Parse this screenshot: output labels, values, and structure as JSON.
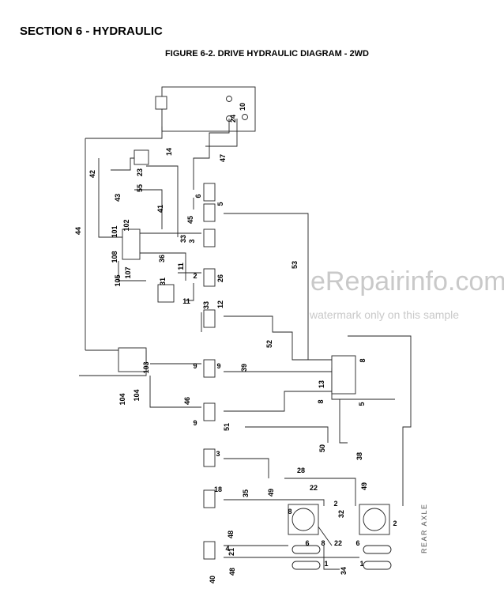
{
  "header": {
    "section_title": "SECTION 6 - HYDRAULIC",
    "figure_title": "FIGURE 6-2. DRIVE HYDRAULIC DIAGRAM - 2WD"
  },
  "watermark": {
    "main": "eRepairinfo.com",
    "sub": "watermark only on this sample"
  },
  "diagram": {
    "rear_axle_label": "REAR AXLE",
    "callouts": [
      "24",
      "10",
      "47",
      "14",
      "23",
      "55",
      "42",
      "6",
      "5",
      "43",
      "41",
      "45",
      "44",
      "101",
      "102",
      "108",
      "33",
      "3",
      "36",
      "105",
      "107",
      "11",
      "53",
      "31",
      "2",
      "26",
      "33",
      "12",
      "11",
      "52",
      "103",
      "8",
      "9",
      "9",
      "39",
      "13",
      "104",
      "104",
      "46",
      "8",
      "5",
      "9",
      "51",
      "50",
      "38",
      "3",
      "49",
      "28",
      "49",
      "18",
      "35",
      "22",
      "8",
      "32",
      "2",
      "48",
      "6",
      "8",
      "2",
      "21",
      "22",
      "4",
      "6",
      "1",
      "34",
      "1",
      "48",
      "40"
    ]
  },
  "colors": {
    "line": "#222222",
    "watermark": "#c9c9c9"
  }
}
